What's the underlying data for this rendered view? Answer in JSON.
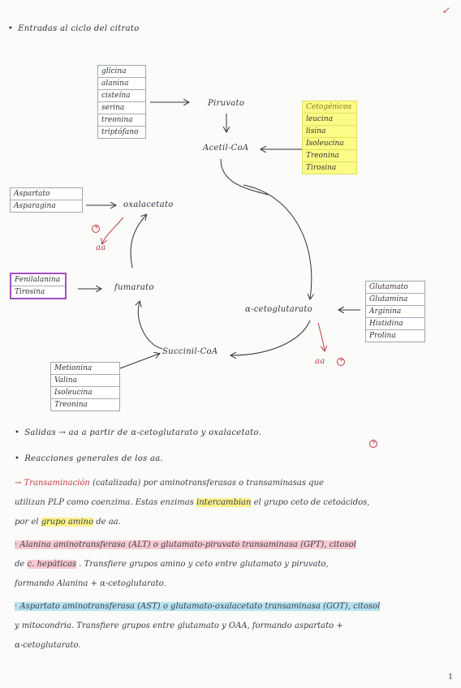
{
  "corner_mark": "✓",
  "page_number": "1",
  "header": {
    "entradas": "Entradas al ciclo del citrato"
  },
  "diagram": {
    "box_left_top": [
      "glicina",
      "alanina",
      "cisteína",
      "serina",
      "treonina",
      "triptófano"
    ],
    "piruvato": "Piruvato",
    "acetil": "Acetil-CoA",
    "cetogenicos_title": "Cetogénicos",
    "box_cetogenicos": [
      "leucina",
      "lisina",
      "Isoleucina",
      "Treonina",
      "Tirosina"
    ],
    "box_aspartato": [
      "Aspartato",
      "Asparagina"
    ],
    "oxalacetato": "oxalacetato",
    "aa_left": "aa",
    "box_fenil": [
      "Fenilalanina",
      "Tirosina"
    ],
    "fumarato": "fumarato",
    "alfa": "α-cetoglutarato",
    "box_glut": [
      "Glutamato",
      "Glutamina",
      "Arginina",
      "Histidina",
      "Prolina"
    ],
    "aa_right": "aa",
    "succinil": "Succinil-CoA",
    "box_metionina": [
      "Metionina",
      "Valina",
      "Isoleucina",
      "Treonina"
    ],
    "plus": "+"
  },
  "text": {
    "salidas": "Salidas → aa a partir de α-cetoglutarato y oxalacetato.",
    "reacciones": "Reacciones generales de los aa.",
    "trans_arrow": "→ Transaminación",
    "trans_rest": "(catalizada) por aminotransferasas o transaminasas que",
    "line3": "utilizan PLP como coenzima. Estas enzimas",
    "intercambian": "intercambian",
    "line3b": "el grupo ceto de cetoácidos,",
    "line4a": "por el",
    "grupo_amino": "grupo amino",
    "line4b": "de aa.",
    "alt_a": "· Alanina aminotransferasa (ALT) o glutamato-piruvato transaminasa (GPT), citosol",
    "alt_b": "de",
    "hepaticas": "c. hepáticas",
    "alt_c": ". Transfiere grupos amino y ceto entre glutamato y piruvato,",
    "alt_d": "formando Alanina + α-cetoglutarato.",
    "ast_a": "· Aspartato aminotransferasa (AST) o glutamato-oxalacetato transaminasa (GOT), citosol",
    "ast_b": "y mitocondria. Transfiere grupos entre glutamato y OAA, formando aspartato +",
    "ast_c": "α-cetoglutarato."
  }
}
